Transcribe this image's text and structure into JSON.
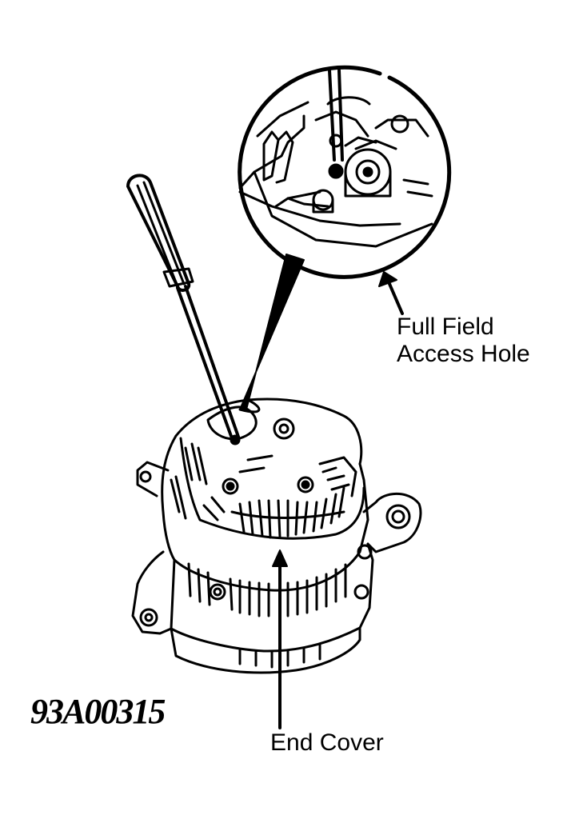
{
  "labels": {
    "full_field_line1": "Full Field",
    "full_field_line2": "Access Hole",
    "end_cover": "End Cover",
    "figure_id": "93A00315"
  },
  "colors": {
    "ink": "#000000",
    "paper": "#ffffff"
  },
  "icons": [
    "screwdriver-icon",
    "alternator-icon",
    "magnifier-inset-icon",
    "arrow-icon"
  ]
}
